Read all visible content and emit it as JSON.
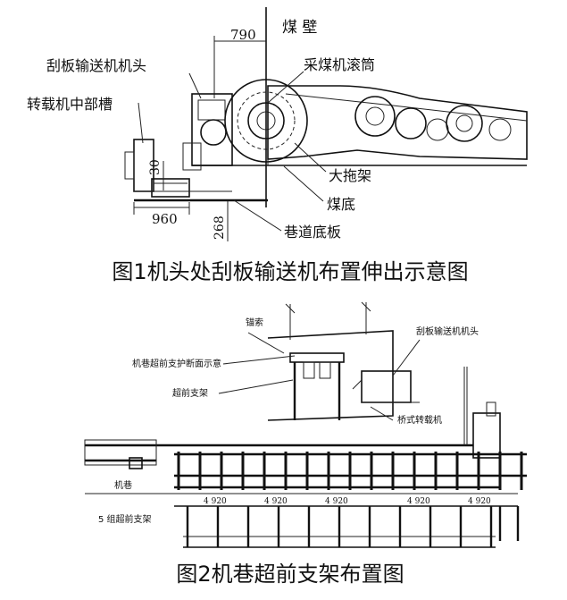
{
  "figure1": {
    "caption": "图1机头处刮板输送机布置伸出示意图",
    "labels": {
      "dim_790": "790",
      "coal_wall": "煤 壁",
      "conveyor_head": "刮板输送机机头",
      "drum": "采煤机滚筒",
      "transfer_mid": "转载机中部槽",
      "dim_30": "30",
      "big_skid": "大拖架",
      "coal_floor": "煤底",
      "dim_960": "960",
      "dim_268": "268",
      "roadway_floor": "巷道底板"
    }
  },
  "figure2": {
    "caption": "图2机巷超前支架布置图",
    "labels": {
      "anchor_cable": "锚索",
      "section_note": "机巷超前支护断面示意",
      "advance_support": "超前支架",
      "conveyor_head": "刮板输送机机头",
      "bridge_loader": "桥式转载机",
      "roadway": "机巷",
      "spacing": [
        "4 920",
        "4 920",
        "4 920",
        "4 920",
        "4 920"
      ],
      "group_label": "5 组超前支架"
    }
  }
}
